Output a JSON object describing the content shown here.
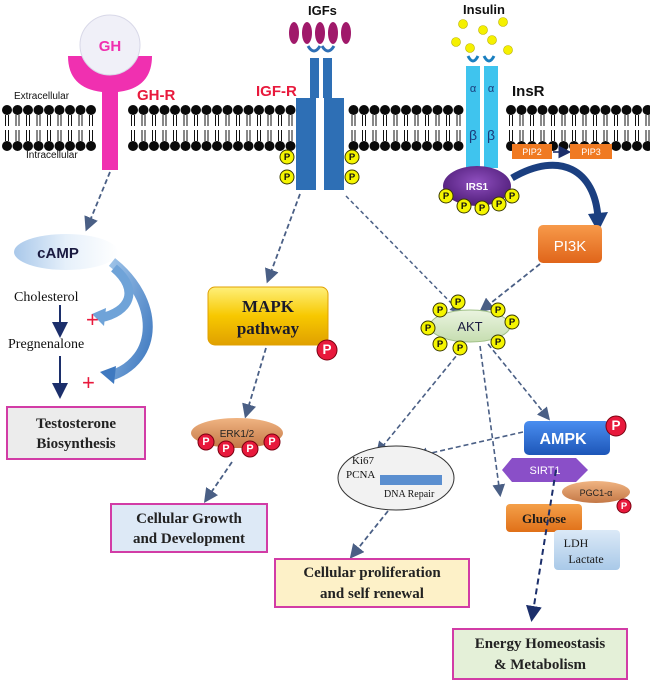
{
  "membrane": {
    "extracellular": "Extracellular",
    "intracellular": "Intracellular"
  },
  "receptors": {
    "gh": {
      "ligand": "GH",
      "receptor": "GH-R"
    },
    "igf": {
      "ligand": "IGFs",
      "receptor": "IGF-R"
    },
    "insulin": {
      "ligand": "Insulin",
      "receptor": "InsR",
      "alpha": "α",
      "beta": "β"
    }
  },
  "phospho": "P",
  "nodes": {
    "pip2": "PIP2",
    "pip3": "PIP3",
    "irs1": "IRS1",
    "pi3k": "PI3K",
    "akt": "AKT",
    "camp": "cAMP",
    "cholesterol": "Cholesterol",
    "pregnenalone": "Pregnenalone",
    "plus": "+",
    "mapk_line1": "MAPK",
    "mapk_line2": "pathway",
    "erk": "ERK1/2",
    "ampk": "AMPK",
    "sirt1": "SIRT1",
    "pgc1a": "PGC1-α",
    "glucose": "Glucose",
    "ldh_line1": "LDH",
    "ldh_line2": "Lactate",
    "ki67": "Ki67",
    "pcna": "PCNA",
    "dna_repair": "DNA Repair"
  },
  "outcomes": {
    "testosterone_line1": "Testosterone",
    "testosterone_line2": "Biosynthesis",
    "growth_line1": "Cellular Growth",
    "growth_line2": "and Development",
    "prolif_line1": "Cellular proliferation",
    "prolif_line2": "and self renewal",
    "energy_line1": "Energy Homeostasis",
    "energy_line2": "& Metabolism"
  },
  "colors": {
    "gh": "#f030b0",
    "igf_receptor": "#2e6fb5",
    "insulin_receptor": "#3fc4ee",
    "phospho_yellow": "#f5f500",
    "phospho_red": "#e8193c",
    "irs1": "#6a2d91",
    "pi3k": "#f07a22",
    "mapk": "#f5b800",
    "ampk": "#2d6ed6",
    "outcome_border": "#d23ca6"
  }
}
